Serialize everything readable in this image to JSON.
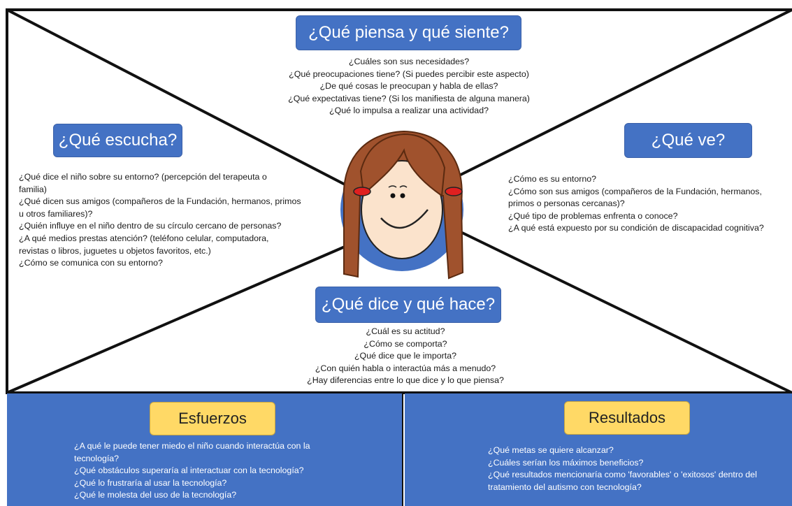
{
  "sections": {
    "thinks": {
      "title": "¿Qué piensa y qué siente?",
      "questions": [
        "¿Cuáles son sus necesidades?",
        "¿Qué preocupaciones tiene? (Si puedes percibir este aspecto)",
        "¿De qué cosas le preocupan y habla de ellas?",
        "¿Qué expectativas tiene? (Si los manifiesta de alguna manera)",
        "¿Qué lo impulsa a realizar una actividad?"
      ]
    },
    "hears": {
      "title": "¿Qué escucha?",
      "questions": [
        "¿Qué dice el niño sobre su entorno? (percepción del terapeuta o",
        "familia)",
        "¿Qué dicen sus amigos (compañeros de la Fundación, hermanos, primos",
        "u otros familiares)?",
        "¿Quién influye en el niño dentro de su círculo cercano de personas?",
        "¿A qué medios prestas atención? (teléfono celular, computadora,",
        "revistas o libros, juguetes u objetos favoritos, etc.)",
        "¿Cómo se comunica con su entorno?"
      ]
    },
    "sees": {
      "title": "¿Qué ve?",
      "questions": [
        "¿Cómo es su entorno?",
        "¿Cómo son sus amigos (compañeros de la Fundación, hermanos,",
        "primos o personas cercanas)?",
        "¿Qué tipo de problemas enfrenta o conoce?",
        "¿A qué está expuesto por su condición de discapacidad cognitiva?"
      ]
    },
    "says": {
      "title": "¿Qué dice y qué hace?",
      "questions": [
        "¿Cuál es su actitud?",
        "¿Cómo se comporta?",
        "¿Qué dice que le importa?",
        "¿Con quién habla o interactúa más a menudo?",
        "¿Hay diferencias entre lo que dice y lo que piensa?"
      ]
    },
    "efforts": {
      "title": "Esfuerzos",
      "questions": [
        "¿A qué le puede tener  miedo el niño cuando interactúa con la",
        "tecnología?",
        "¿Qué obstáculos superaría al interactuar con la tecnología?",
        "¿Qué lo frustraría al usar la tecnología?",
        "¿Qué le molesta del uso de la tecnología?"
      ]
    },
    "results": {
      "title": "Resultados",
      "questions": [
        "¿Qué metas se quiere alcanzar?",
        "¿Cuáles serían los máximos beneficios?",
        "¿Qué resultados mencionaría como 'favorables' o 'exitosos' dentro del",
        "tratamiento del autismo con tecnología?"
      ]
    }
  },
  "icons": {
    "center": "girl-face-icon"
  },
  "colors": {
    "title_blue": "#4472c4",
    "panel_blue": "#4472c4",
    "label_yellow": "#ffd966",
    "hair_brown": "#a0522d",
    "hair_tie_red": "#e02020"
  }
}
